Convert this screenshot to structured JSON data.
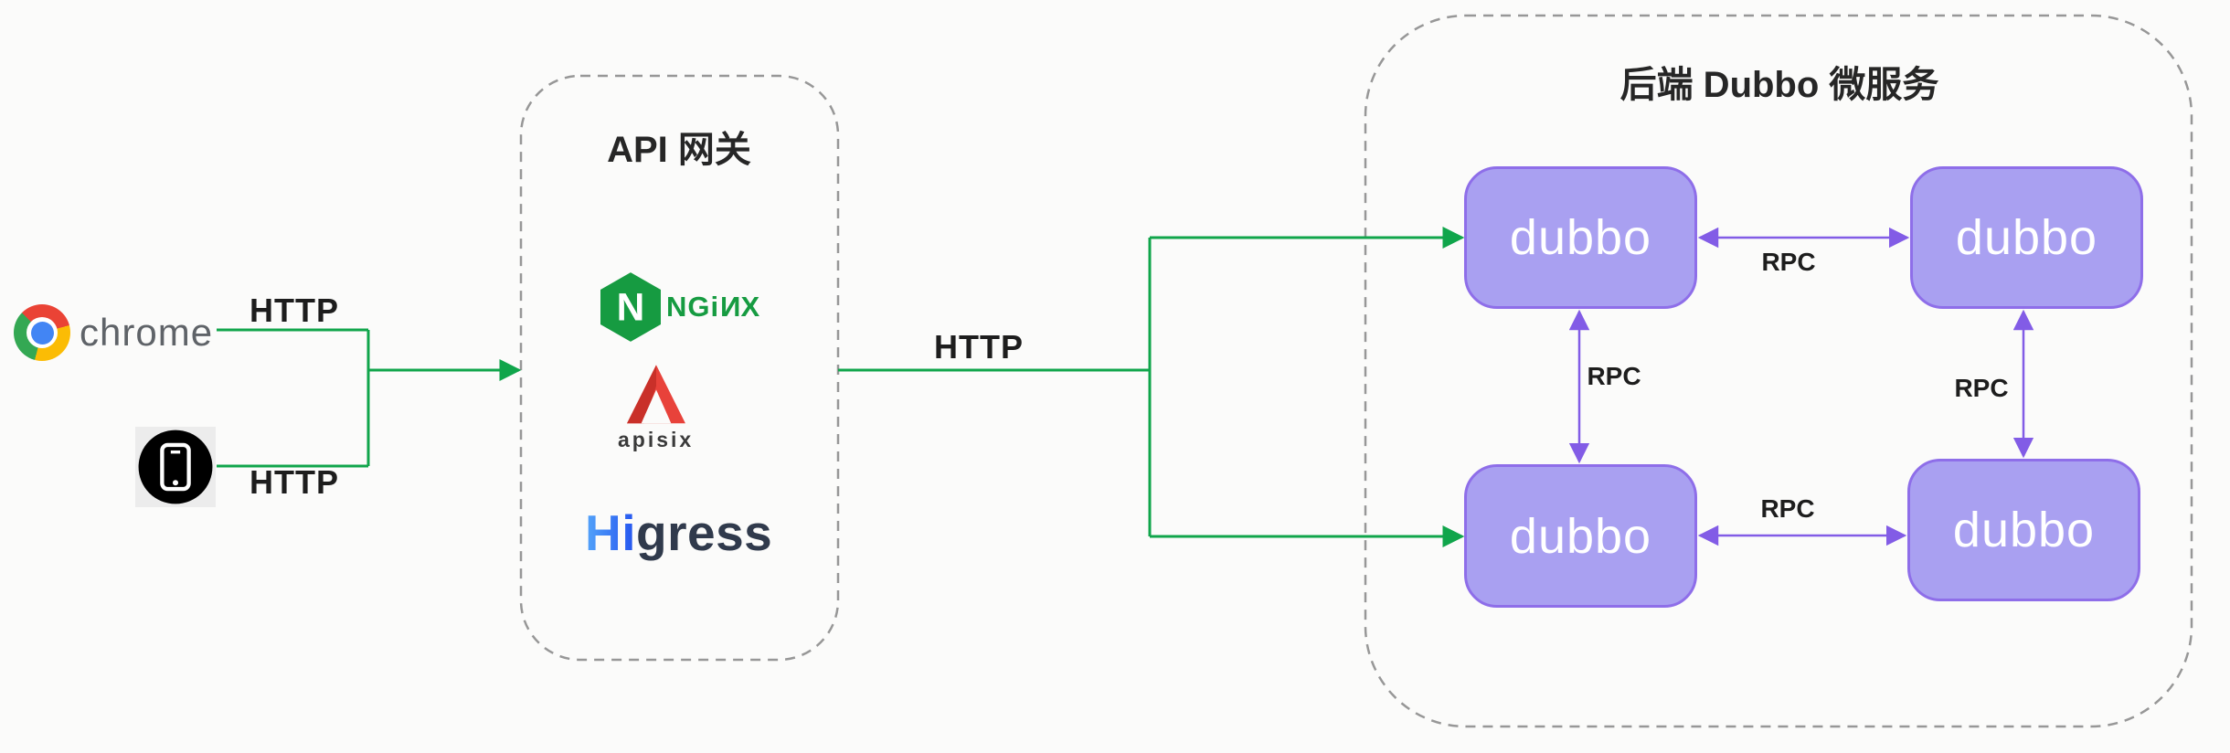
{
  "clients": {
    "chrome_label": "chrome",
    "chrome_http_label": "HTTP",
    "mobile_http_label": "HTTP"
  },
  "gateway": {
    "title": "API 网关",
    "http_out_label": "HTTP",
    "nginx": {
      "hex_letter": "N",
      "word_ng": "NG",
      "word_i": "i",
      "word_n": "N",
      "word_x": "X"
    },
    "apisix": {
      "wordmark": "apisix"
    },
    "higress": {
      "word_hi": "Hi",
      "word_gress": "gress"
    }
  },
  "backend": {
    "title": "后端 Dubbo 微服务",
    "services": [
      {
        "label": "dubbo"
      },
      {
        "label": "dubbo"
      },
      {
        "label": "dubbo"
      },
      {
        "label": "dubbo"
      }
    ],
    "rpc_labels": {
      "top": "RPC",
      "left": "RPC",
      "right": "RPC",
      "bottom": "RPC"
    }
  },
  "colors": {
    "flow_green": "#10a54b",
    "rpc_purple": "#825ce6",
    "service_fill": "#a9a0f1",
    "service_border": "#8e6ee9",
    "dashed_gray": "#979797",
    "nginx_green": "#169b41",
    "apisix_red": "#e8423a",
    "higress_blue": "#2e65f4",
    "chrome_text_gray": "#5f6368"
  }
}
